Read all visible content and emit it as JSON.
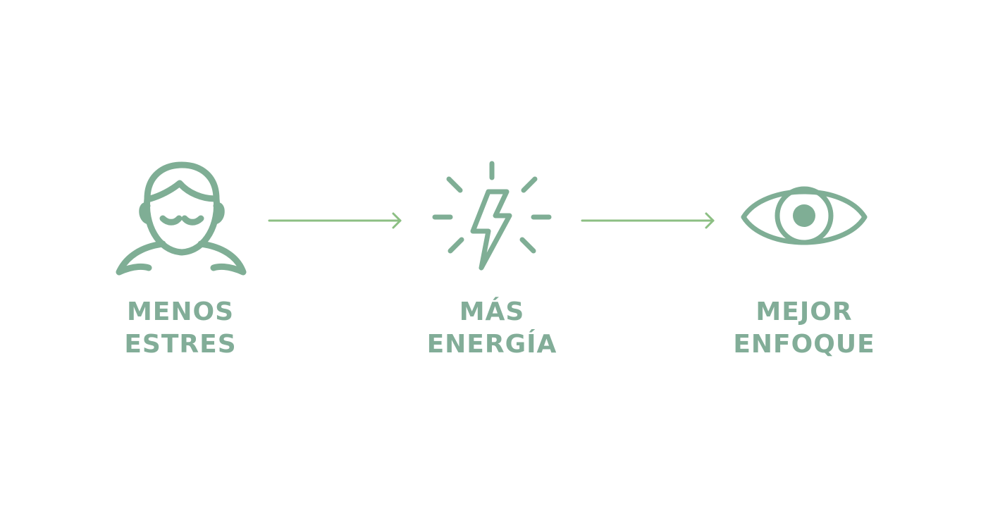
{
  "colors": {
    "accent": "#7fae95",
    "text": "#82ad98",
    "arrow": "#8cbf83",
    "background": "#ffffff"
  },
  "steps": [
    {
      "icon": "relaxed-person-icon",
      "line1": "MENOS",
      "line2": "ESTRES"
    },
    {
      "icon": "lightning-bolt-icon",
      "line1": "MÁS",
      "line2": "ENERGÍA"
    },
    {
      "icon": "eye-icon",
      "line1": "MEJOR",
      "line2": "ENFOQUE"
    }
  ]
}
